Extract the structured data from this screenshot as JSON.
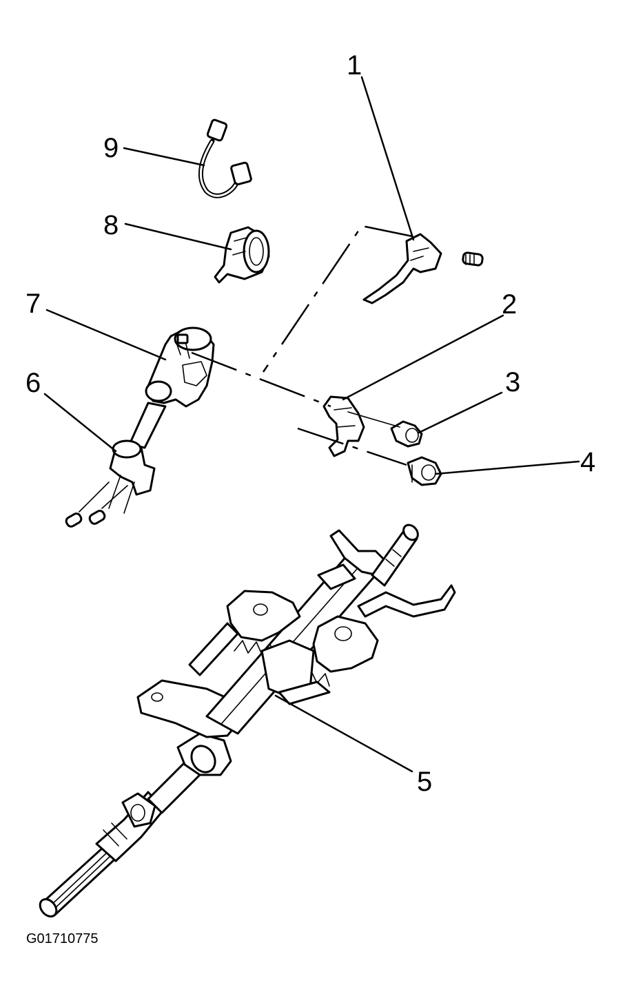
{
  "callouts": [
    {
      "id": "1",
      "label": "1"
    },
    {
      "id": "2",
      "label": "2"
    },
    {
      "id": "3",
      "label": "3"
    },
    {
      "id": "4",
      "label": "4"
    },
    {
      "id": "5",
      "label": "5"
    },
    {
      "id": "6",
      "label": "6"
    },
    {
      "id": "7",
      "label": "7"
    },
    {
      "id": "8",
      "label": "8"
    },
    {
      "id": "9",
      "label": "9"
    }
  ],
  "figure_id": "G01710775"
}
